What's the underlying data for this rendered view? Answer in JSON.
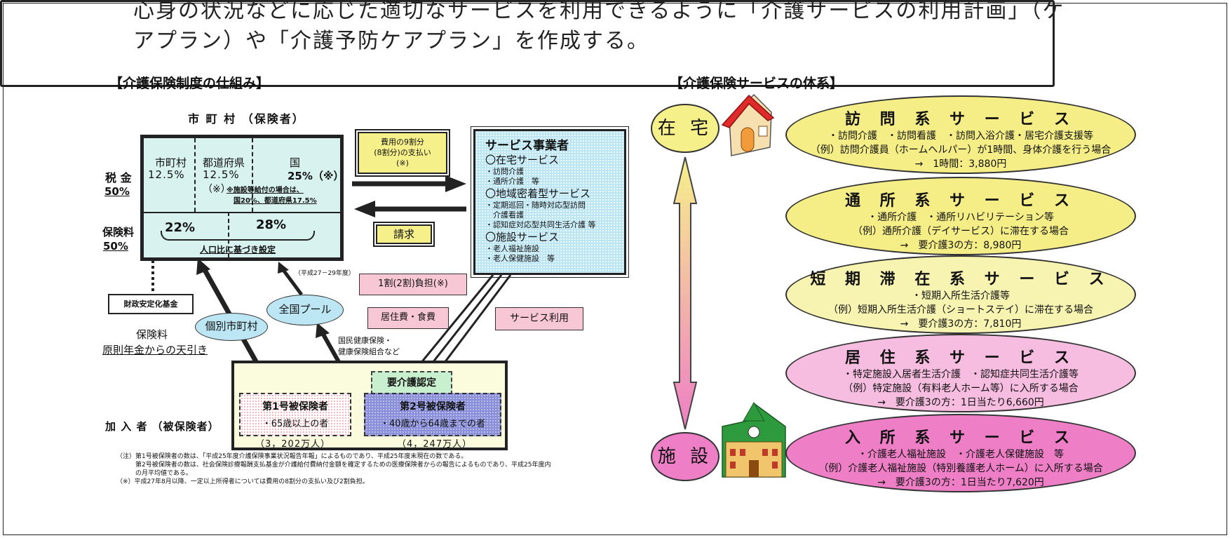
{
  "intro": {
    "line1": "心身の状況などに応じた適切なサービスを利用できるように「介護サービスの利用計画」（ケ",
    "line2": "アプラン）や「介護予防ケアプラン」を作成する。"
  },
  "left": {
    "heading": "【介護保険制度の仕組み】",
    "insurer_title": "市 町 村 （保険者）",
    "tax_label": "税 金",
    "tax_pct": "50%",
    "premium_label": "保険料",
    "premium_pct": "50%",
    "municipal": "市町村",
    "municipal_pct": "12.5%",
    "prefecture": "都道府県",
    "prefecture_pct": "12.5%",
    "prefecture_note": "（※）",
    "national": "国",
    "national_pct": "25%（※）",
    "facility_note1": "※施設等給付の場合は、",
    "facility_note2": "国20%、都道府県17.5%",
    "pct22": "22%",
    "pct28": "28%",
    "population_setting": "人口比に基づき設定",
    "period_note": "（平成27－29年度）",
    "payment_box": [
      "費用の9割分",
      "(8割分)の支払い",
      "(※)"
    ],
    "claim_box": "請求",
    "provider_title": "サービス事業者",
    "provider_lines": [
      {
        "t": "〇在宅サービス",
        "cls": "h"
      },
      {
        "t": "・訪問介護",
        "cls": "s"
      },
      {
        "t": "・通所介護　等",
        "cls": "s"
      },
      {
        "t": "〇地域密着型サービス",
        "cls": "h"
      },
      {
        "t": "・定期巡回・随時対応型訪問",
        "cls": "s"
      },
      {
        "t": "　介護看護",
        "cls": "s"
      },
      {
        "t": "・認知症対応型共同生活介護 等",
        "cls": "s"
      },
      {
        "t": "〇施設サービス",
        "cls": "h"
      },
      {
        "t": "・老人福祉施設",
        "cls": "s"
      },
      {
        "t": "・老人保健施設　等",
        "cls": "s"
      }
    ],
    "copay": "1割(2割)負担(※)",
    "room_board": "居住費・食費",
    "service_use": "サービス利用",
    "stabilization_fund": "財政安定化基金",
    "premium_text": "保険料",
    "pension_deduction": "原則年金からの天引き",
    "individual_municipal": "個別市町村",
    "national_pool": "全国プール",
    "health_insurance": [
      "国民健康保険・",
      "健康保険組合など"
    ],
    "certification": "要介護認定",
    "members_label": "加 入 者 （被保険者）",
    "first_insured": "第1号被保険者",
    "first_insured_desc": "・65歳以上の者",
    "first_count": "（3，202万人）",
    "second_insured": "第2号被保険者",
    "second_insured_desc": "・40歳から64歳までの者",
    "second_count": "（4，247万人）",
    "notes": [
      "（注）第1号被保険者の数は、「平成25年度介護保険事業状況報告年報」によるものであり、平成25年度末現在の数である。",
      "　　　第2号被保険者の数は、社会保険診療報酬支払基金が介護給付費納付金額を確定するための医療保険者からの報告によるものであり、平成25年度内",
      "　　　の月平均値である。",
      "（※）平成27年8月以降、一定以上所得者については費用の8割分の支払い及び2割負担。"
    ]
  },
  "right": {
    "heading": "【介護保険サービスの体系】",
    "home_label": "在 宅",
    "facility_label": "施 設",
    "services": [
      {
        "title": "訪 問 系 サ ー ビ ス",
        "lines": [
          "・訪問介護　・訪問看護　・訪問入浴介護・居宅介護支援等",
          "（例）訪問介護員（ホームヘルパー）が1時間、身体介護を行う場合",
          "→　1時間：3,880円"
        ],
        "color": "#f5ee86"
      },
      {
        "title": "通 所 系 サ ー ビ ス",
        "lines": [
          "・通所介護　・通所リハビリテーション等",
          "（例）通所介護（デイサービス）に滞在する場合",
          "→　要介護3の方：8,980円"
        ],
        "color": "#f5ee86"
      },
      {
        "title": "短 期 滞 在 系 サ ー ビ ス",
        "lines": [
          "・短期入所生活介護等",
          "（例）短期入所生活介護（ショートステイ）に滞在する場合",
          "→　要介護3の方：7,810円"
        ],
        "color": "#f7f3b0"
      },
      {
        "title": "居 住 系 サ ー ビ ス",
        "lines": [
          "・特定施設入居者生活介護　・認知症共同生活介護等",
          "（例）特定施設（有料老人ホーム等）に入所する場合",
          "→　要介護3の方：1日当たり6,660円"
        ],
        "color": "#f6bde0"
      },
      {
        "title": "入 所 系 サ ー ビ ス",
        "lines": [
          "・介護老人福祉施設　・介護老人保健施設　等",
          "（例）介護老人福祉施設（特別養護老人ホーム）に入所する場合",
          "→　要介護3の方：1日当たり7,620円"
        ],
        "color": "#ee7fc6"
      }
    ]
  },
  "colors": {
    "mint": "#d8f3ef",
    "yellow": "#f6f08a",
    "pink": "#f7c7d6",
    "blue_light": "#bde6f4",
    "cream": "#fbfbde"
  },
  "icons": [
    "house-icon",
    "building-icon"
  ]
}
